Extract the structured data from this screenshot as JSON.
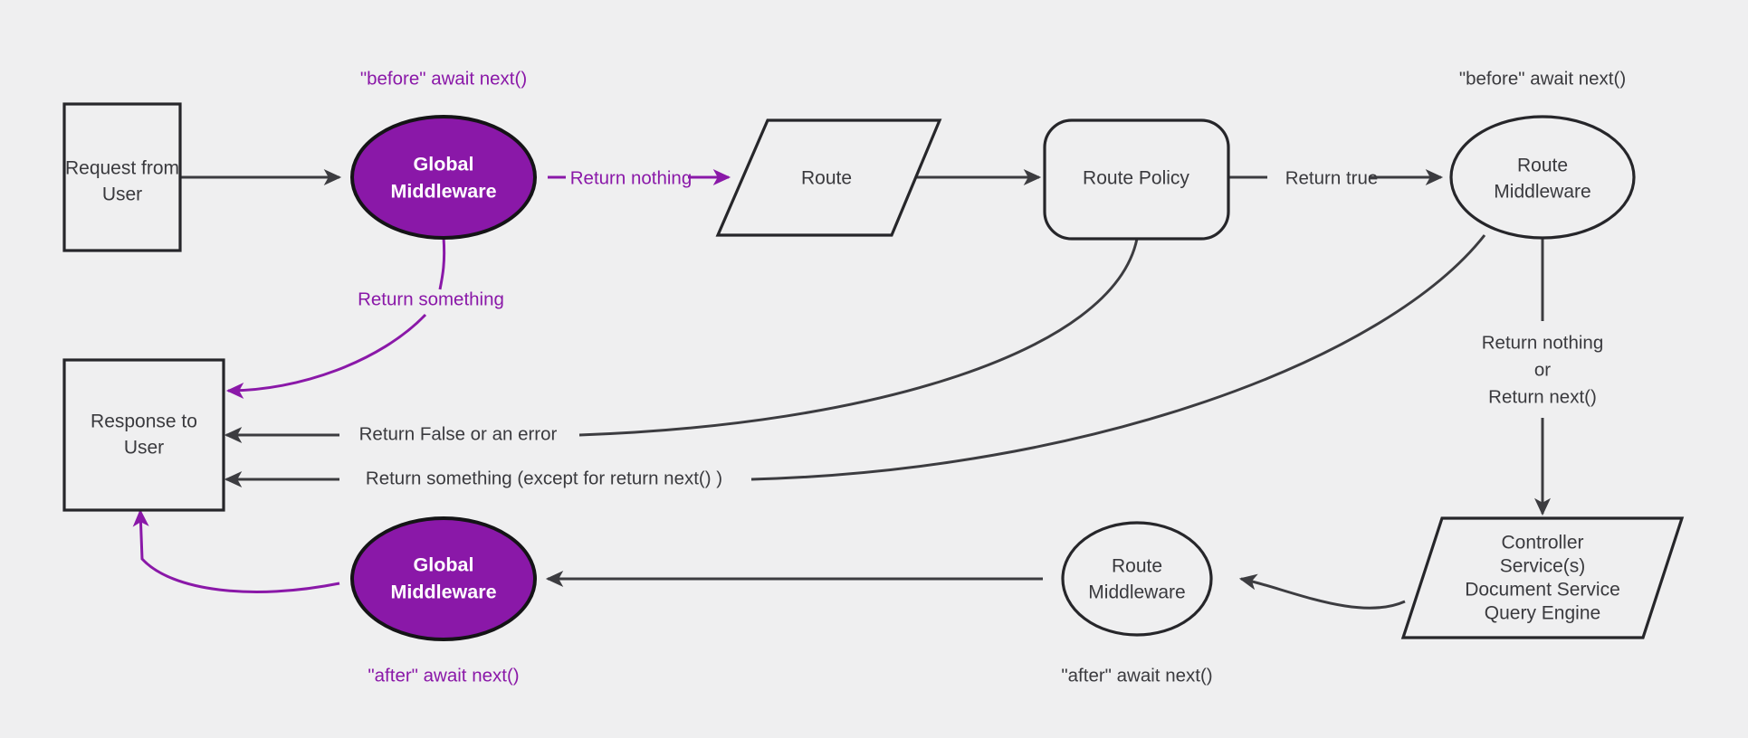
{
  "diagram": {
    "title": "Request lifecycle middleware flow",
    "background_color": "#efeff0",
    "accent_color": "#8a18a8",
    "line_color": "#3c3c40",
    "nodes": {
      "request_from_user": {
        "line1": "Request from",
        "line2": "User"
      },
      "global_middleware_top": {
        "line1": "Global",
        "line2": "Middleware"
      },
      "route": {
        "line1": "Route"
      },
      "route_policy": {
        "line1": "Route Policy"
      },
      "route_middleware_top": {
        "line1": "Route",
        "line2": "Middleware"
      },
      "controller_services": {
        "line1": "Controller",
        "line2": "Service(s)",
        "line3": "Document Service",
        "line4": "Query Engine"
      },
      "route_middleware_bottom": {
        "line1": "Route",
        "line2": "Middleware"
      },
      "global_middleware_bottom": {
        "line1": "Global",
        "line2": "Middleware"
      },
      "response_to_user": {
        "line1": "Response to",
        "line2": "User"
      }
    },
    "edge_labels": {
      "return_nothing_top": "Return nothing",
      "return_something_top": "Return something",
      "return_true": "Return true",
      "return_nothing_or_next_line1": "Return nothing",
      "return_nothing_or_next_line2": "or",
      "return_nothing_or_next_line3": "Return next()",
      "return_false_or_error": "Return False or an error",
      "return_something_except_next": "Return something (except for return next() )"
    },
    "annotations": {
      "before_await_next_left": "\"before\" await next()",
      "before_await_next_right": "\"before\" await next()",
      "after_await_next_left": "\"after\" await next()",
      "after_await_next_right": "\"after\" await next()"
    }
  }
}
